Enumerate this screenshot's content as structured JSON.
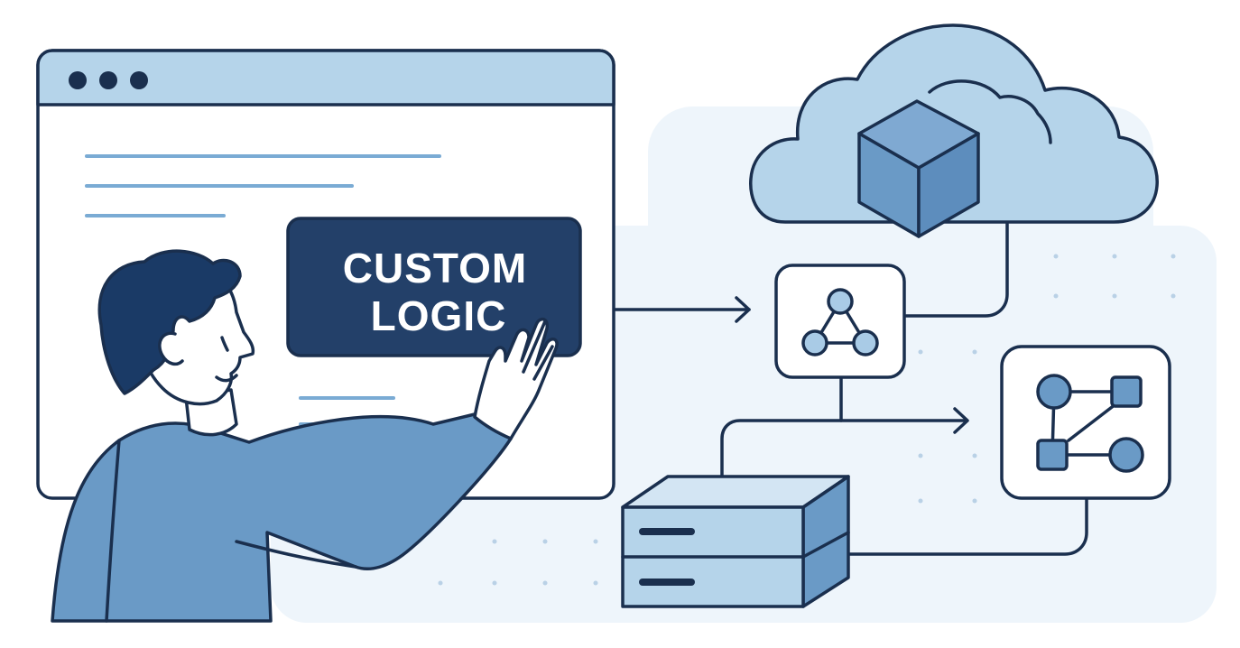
{
  "custom_logic_button": {
    "line1": "CUSTOM",
    "line2": "LOGIC"
  },
  "colors": {
    "outline": "#1a2f4e",
    "button_fill": "#234069",
    "light_blue": "#b5d4ea",
    "mid_blue": "#6c9cc9",
    "backdrop": "#eef5fb"
  },
  "icons": [
    "browser-window",
    "person",
    "cloud",
    "cube",
    "network-triangle-icon",
    "flow-graph-icon",
    "server-stack"
  ]
}
